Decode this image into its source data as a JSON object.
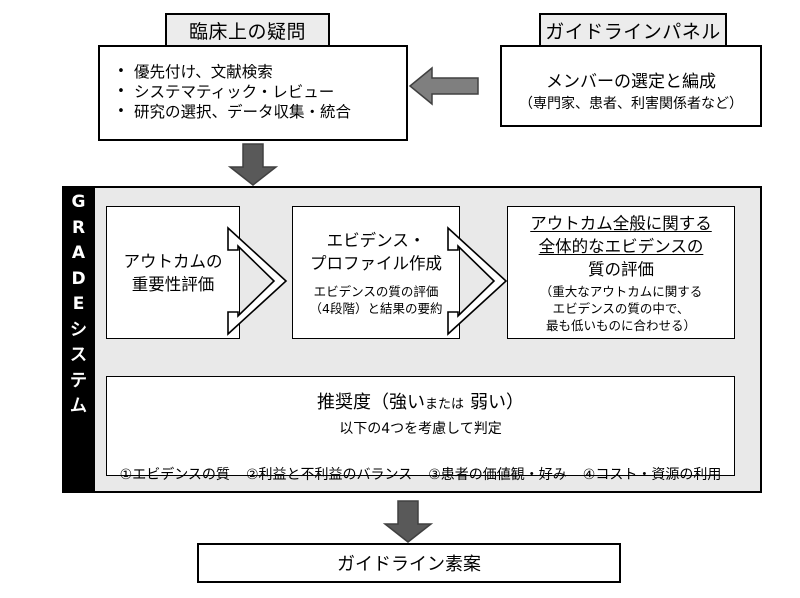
{
  "diagram": {
    "title": "GRADEシステム フローチャート",
    "colors": {
      "spine_bg": "#000000",
      "spine_text": "#ffffff",
      "band_bg": "#e9e9e9",
      "chip_bg": "#ececec",
      "arrow_grey": "#7f7f7f",
      "outline": "#000000",
      "box_bg": "#ffffff"
    },
    "panel": {
      "chip_label": "ガイドラインパネル",
      "body_line1": "メンバーの選定と編成",
      "body_line2": "（専門家、患者、利害関係者など）"
    },
    "clinical_question": {
      "chip_label": "臨床上の疑問",
      "bullets": [
        "優先付け、文献検索",
        "システマティック・レビュー",
        "研究の選択、データ収集・統合"
      ],
      "bullet_glyph": "•"
    },
    "grade": {
      "spine_chars": [
        "G",
        "R",
        "A",
        "D",
        "E",
        "シ",
        "ス",
        "テ",
        "ム"
      ],
      "spine_text": "GRADEシステム",
      "stages": [
        {
          "id": "outcome-importance",
          "head_lines": [
            "アウトカムの",
            "重要性評価"
          ],
          "sub_lines": [],
          "underlined": false
        },
        {
          "id": "evidence-profile",
          "head_lines": [
            "エビデンス・",
            "プロファイル作成"
          ],
          "sub_lines": [
            "エビデンスの質の評価",
            "（4段階）と結果の要約"
          ],
          "underlined": false
        },
        {
          "id": "overall-quality",
          "head_lines": [
            "アウトカム全般に関する",
            "全体的なエビデンスの",
            "質の評価"
          ],
          "sub_lines": [
            "（重大なアウトカムに関する",
            "エビデンスの質の中で、",
            "最も低いものに合わせる）"
          ],
          "underlined": true,
          "underline_line_count": 2
        }
      ],
      "recommendation": {
        "line1_a": "推奨度（強い",
        "line1_b": "または",
        "line1_c": "弱い）",
        "line2": "以下の4つを考慮して判定",
        "factors": [
          "①エビデンスの質",
          "②利益と不利益のバランス",
          "③患者の価値観・好み",
          "④コスト・資源の利用"
        ]
      }
    },
    "draft": {
      "label": "ガイドライン素案"
    },
    "arrows": {
      "panel_to_question": "arrow-left-grey",
      "question_to_grade": "arrow-down-grey",
      "grade_to_draft": "arrow-down-grey",
      "stage_connector": "chevron-right-outline"
    }
  }
}
